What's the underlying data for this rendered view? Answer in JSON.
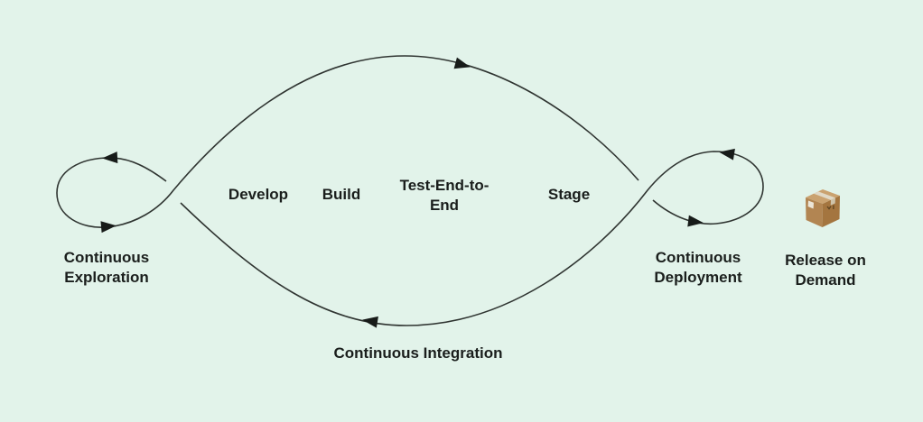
{
  "colors": {
    "background": "#e2f3ea",
    "line": "#2f3431",
    "arrow": "#171b19",
    "text": "#1a1e1c",
    "box_top": "#caa270",
    "box_front": "#b28552",
    "box_side": "#a4753f",
    "box_tape": "#e1d9c7",
    "box_tape_shade": "#cfc3aa",
    "box_label": "#ece6d8",
    "box_mark": "#5d4422"
  },
  "pipeline": {
    "stages": [
      {
        "label": "Develop"
      },
      {
        "label": "Build"
      },
      {
        "label": "Test-End-to-End"
      },
      {
        "label": "Stage"
      }
    ],
    "loops": {
      "exploration": {
        "label": "Continuous Exploration"
      },
      "integration": {
        "label": "Continuous Integration"
      },
      "deployment": {
        "label": "Continuous Deployment"
      }
    },
    "release": {
      "label": "Release on Demand",
      "icon": "package-icon"
    }
  }
}
